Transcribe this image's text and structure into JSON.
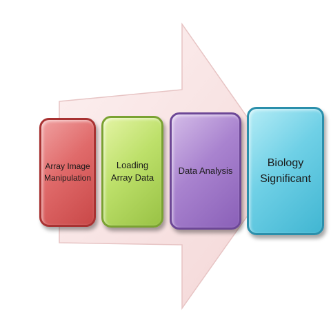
{
  "diagram": {
    "steps": [
      {
        "label": "Array Image\nManipulation",
        "color": "#e06a6a"
      },
      {
        "label": "Loading\nArray Data",
        "color": "#bde06a"
      },
      {
        "label": "Data Analysis",
        "color": "#a983cf"
      },
      {
        "label": "Biology\nSignificant",
        "color": "#6fd0e6"
      }
    ],
    "arrow_color": "#f7e3e3"
  }
}
